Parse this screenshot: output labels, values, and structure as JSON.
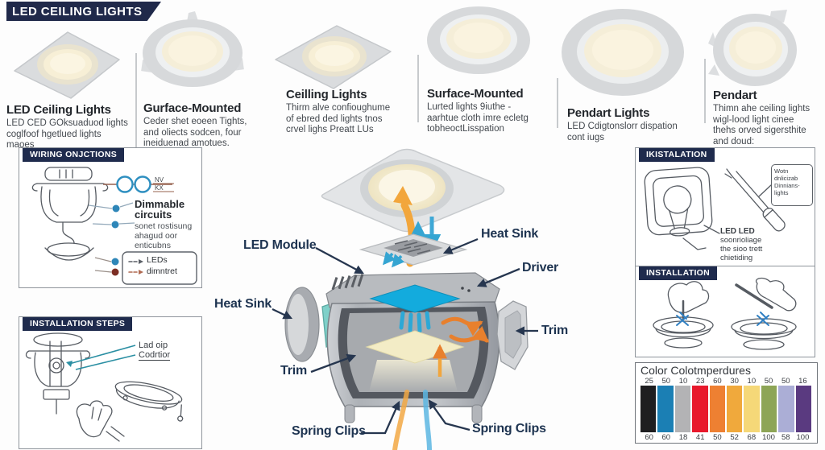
{
  "banner": {
    "title": "LED CEILING LIGHTS"
  },
  "products": [
    {
      "name": "LED Ceiling Lights",
      "desc": [
        "LED CED GOksuaduod lights",
        "coglfoof hgetlued lights",
        "maoes"
      ]
    },
    {
      "name": "Gurface-Mounted",
      "desc": [
        "Ceder shet eoeen Tights,",
        "and oliects sodcen, four",
        "ineiduenad amotues."
      ]
    },
    {
      "name": "Ceilling Lights",
      "desc": [
        "Thirm alve confioughume",
        "of ebred ded lights tnos",
        "crvel lighs Preatt LUs"
      ]
    },
    {
      "name": "Surface-Mounted",
      "desc": [
        "Lurted lights 9iuthe -",
        "aarhtue cloth imre ecletg",
        "tobheoctLisspation"
      ]
    },
    {
      "name": "Pendart Lights",
      "desc": [
        "LED Cdigtonslorr dispation",
        "cont iugs"
      ]
    },
    {
      "name": "Pendart",
      "desc": [
        "Thimn ahe ceiling lights",
        "wigl-lood light cinee",
        "thehs orved sigersthite",
        "and doud:"
      ]
    }
  ],
  "wiring_box": {
    "header": "WIRING ONJCTIONS",
    "switch_top": "NV",
    "switch_bottom": "KX",
    "callout_title": [
      "Dimmable",
      "circuits"
    ],
    "callout_body": [
      "sonet rostisung",
      "ahagud oor",
      "enticubns"
    ],
    "legend_led": "LEDs",
    "legend_dimmer": "dimntret"
  },
  "steps_box": {
    "header": "INSTALLATION STEPS",
    "callout_1": "Lad oip",
    "callout_2": "Codrtior"
  },
  "install_box_top": {
    "header": "IKISTALATION",
    "bubble": [
      "Wotn",
      "dnlicizab",
      "Dinnians-",
      "lights"
    ],
    "note": [
      "LED LED",
      "soonrioliage",
      "the sioo trett",
      "chietiding"
    ]
  },
  "install_box_bottom": {
    "header": "INSTALLATION"
  },
  "exploded_labels": {
    "led_module": "LED Module",
    "heat_sink_top": "Heat Sink",
    "driver": "Driver",
    "heat_sink_left": "Heat Sink",
    "trim_right": "Trim",
    "trim_left": "Trim",
    "spring_clips_left": "Spring Clips",
    "spring_clips_right": "Spring Clips"
  },
  "chart_data": {
    "type": "table",
    "title": "Color Colotmperdures",
    "top_values": [
      "25",
      "50",
      "10",
      "23",
      "60",
      "30",
      "10",
      "50",
      "50",
      "16"
    ],
    "bottom_values": [
      "60",
      "60",
      "18",
      "41",
      "50",
      "52",
      "68",
      "100",
      "58",
      "100"
    ],
    "colors": [
      "#1e1e20",
      "#1b7fb4",
      "#b3b3b5",
      "#e8192c",
      "#ee8032",
      "#f0a93c",
      "#f5d878",
      "#8da556",
      "#abaed6",
      "#5a3a80"
    ]
  }
}
